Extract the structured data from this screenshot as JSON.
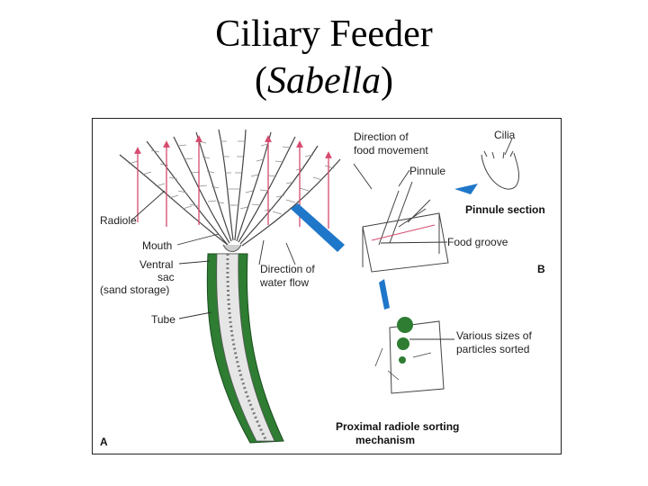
{
  "title": {
    "line1": "Ciliary Feeder",
    "paren_open": "(",
    "species": "Sabella",
    "paren_close": ")"
  },
  "figure": {
    "labels": {
      "radiole": "Radiole",
      "mouth": "Mouth",
      "ventral_sac_1": "Ventral",
      "ventral_sac_2": "sac",
      "ventral_sac_3": "(sand storage)",
      "tube": "Tube",
      "water_flow_1": "Direction of",
      "water_flow_2": "water flow",
      "food_movement_1": "Direction of",
      "food_movement_2": "food movement",
      "pinnule": "Pinnule",
      "cilia": "Cilia",
      "pinnule_section": "Pinnule section",
      "food_groove": "Food groove",
      "panel_b": "B",
      "particles_1": "Various sizes of",
      "particles_2": "particles sorted",
      "sorting_1": "Proximal radiole sorting",
      "sorting_2": "mechanism",
      "panel_a": "A"
    },
    "colors": {
      "tube_green": "#2e7d32",
      "arrow_red": "#d64a6e",
      "arrow_blue": "#1f77c9",
      "body_grey": "#cfcfcf",
      "line": "#333333"
    }
  }
}
